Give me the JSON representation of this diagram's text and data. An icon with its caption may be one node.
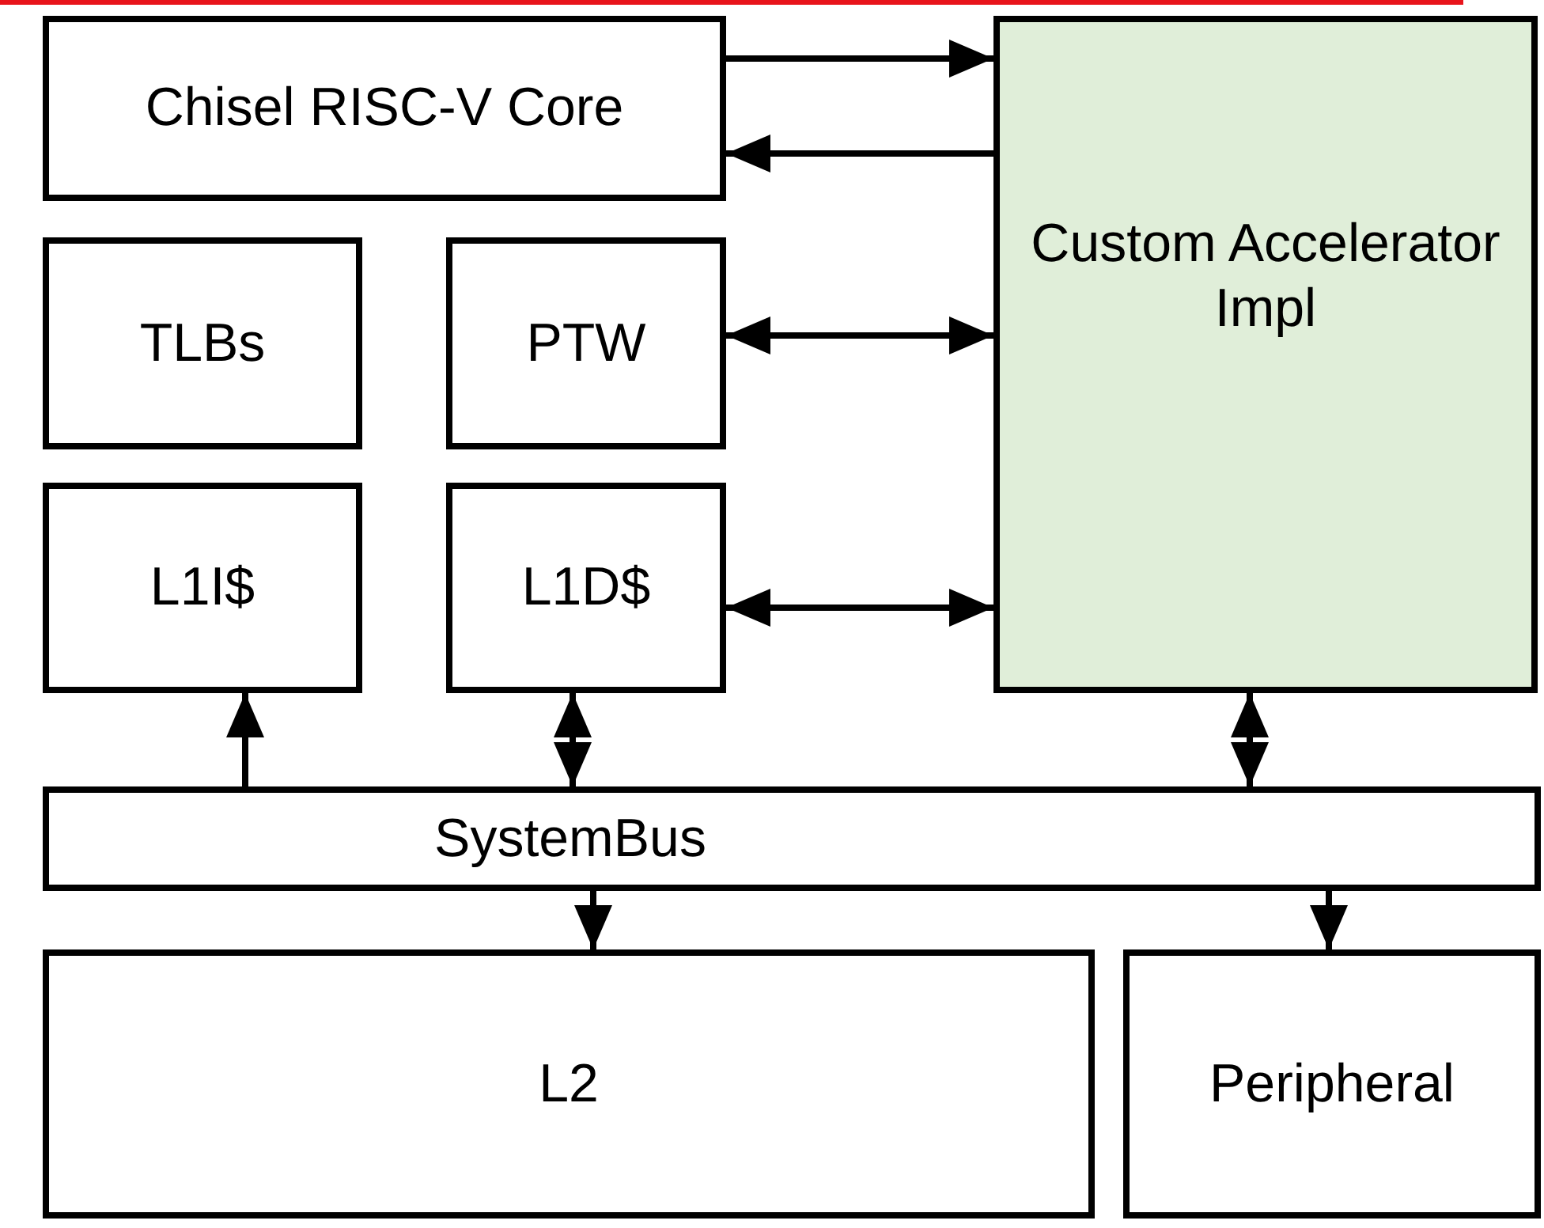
{
  "diagram": {
    "nodes": [
      {
        "text": [
          "Chisel RISC-V Core"
        ]
      },
      {
        "text": [
          "TLBs"
        ]
      },
      {
        "text": [
          "PTW"
        ]
      },
      {
        "text": [
          "Custom Accelerator Impl"
        ]
      },
      {
        "text": [
          "L1I$"
        ]
      },
      {
        "text": [
          "L1D$"
        ]
      },
      {
        "text": [
          "SystemBus"
        ]
      },
      {
        "text": [
          "L2"
        ]
      },
      {
        "text": [
          "Peripheral"
        ]
      }
    ],
    "edges": [
      {
        "from": 0,
        "to": 3,
        "arrow": "to"
      },
      {
        "from": 3,
        "to": 0,
        "arrow": "to"
      },
      {
        "from": 2,
        "to": 3,
        "arrow": "both"
      },
      {
        "from": 5,
        "to": 3,
        "arrow": "both"
      },
      {
        "from": 6,
        "to": 4,
        "arrow": "to"
      },
      {
        "from": 5,
        "to": 6,
        "arrow": "both"
      },
      {
        "from": 3,
        "to": 6,
        "arrow": "both"
      },
      {
        "from": 6,
        "to": 7,
        "arrow": "to"
      },
      {
        "from": 6,
        "to": 8,
        "arrow": "to"
      }
    ]
  }
}
